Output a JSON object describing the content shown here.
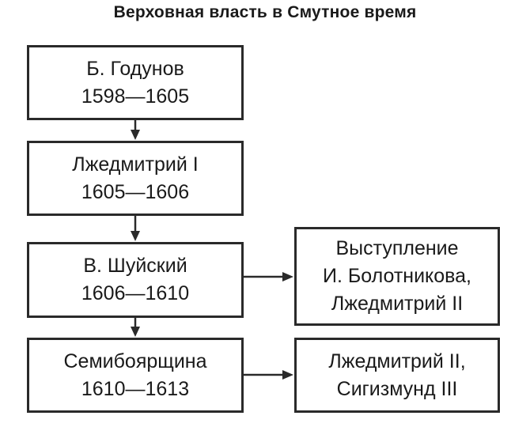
{
  "title": "Верховная власть в Смутное время",
  "boxes": {
    "godunov": {
      "line1": "Б. Годунов",
      "line2": "1598—1605"
    },
    "lzhedmitry1": {
      "line1": "Лжедмитрий I",
      "line2": "1605—1606"
    },
    "shuisky": {
      "line1": "В. Шуйский",
      "line2": "1606—1610"
    },
    "semiboyarshchina": {
      "line1": "Семибоярщина",
      "line2": "1610—1613"
    },
    "bolotnikov": {
      "line1": "Выступление",
      "line2": "И. Болотникова,",
      "line3": "Лжедмитрий II"
    },
    "sigismund": {
      "line1": "Лжедмитрий II,",
      "line2": "Сигизмунд III"
    }
  },
  "colors": {
    "line": "#2a2a2a",
    "text": "#1a1a1a",
    "background": "#ffffff"
  }
}
